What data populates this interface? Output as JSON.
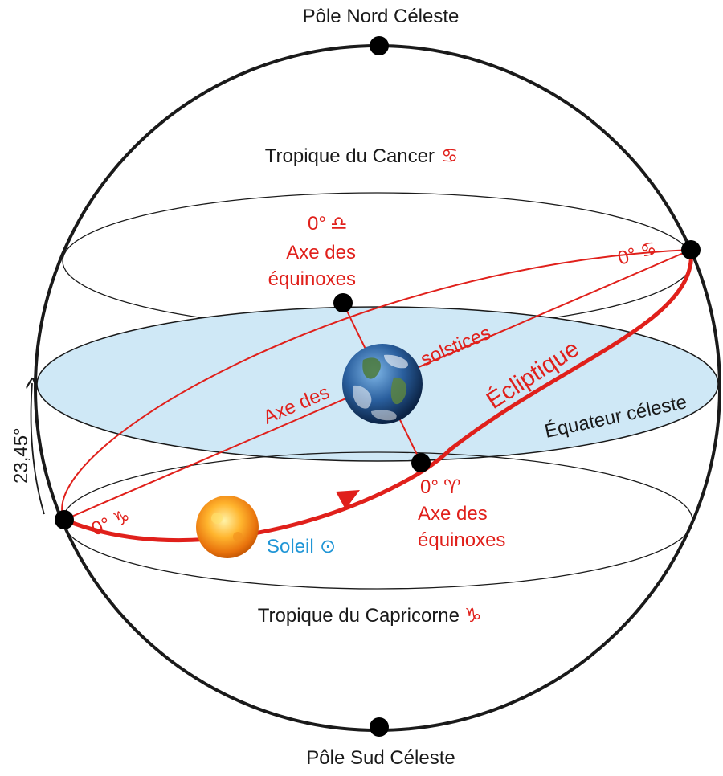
{
  "labels": {
    "north_pole": "Pôle Nord Céleste",
    "south_pole": "Pôle Sud Céleste",
    "tropic_cancer": "Tropique du Cancer",
    "tropic_cancer_symbol": "♋",
    "tropic_capricorn": "Tropique du Capricorne",
    "tropic_capricorn_symbol": "♑",
    "libra_degree": "0°",
    "libra_symbol": "♎",
    "equinox_axis_top_1": "Axe des",
    "equinox_axis_top_2": "équinoxes",
    "cancer_degree": "0° ♋",
    "solstice_axis_1": "Axe des",
    "solstice_axis_2": "solstices",
    "ecliptic": "Écliptique",
    "celestial_equator": "Équateur céleste",
    "aries_degree": "0°",
    "aries_symbol": "♈",
    "equinox_axis_bottom_1": "Axe des",
    "equinox_axis_bottom_2": "équinoxes",
    "capricorn_degree": "0° ♑",
    "sun": "Soleil",
    "sun_symbol": "⊙",
    "tilt_angle": "23,45°"
  },
  "colors": {
    "ecliptic_red": "#e0201b",
    "equator_fill": "#cfe8f6",
    "sun_label_blue": "#2196d6",
    "outline": "#1a1a1a"
  }
}
